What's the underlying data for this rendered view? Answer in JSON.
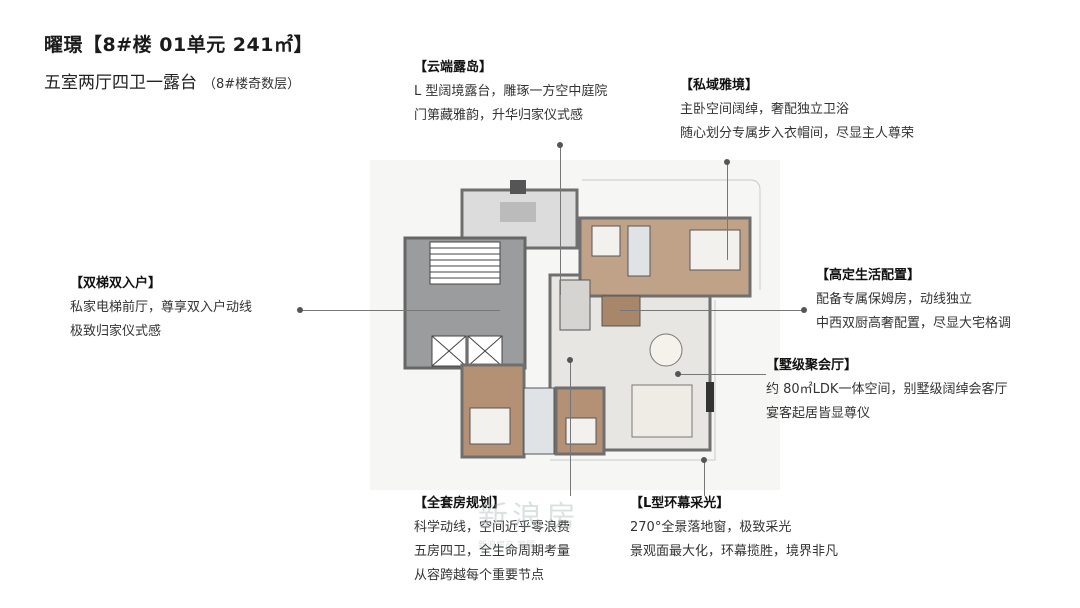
{
  "header": {
    "title": "曜璟【8#楼 01单元 241㎡】",
    "subtitle": "五室两厅四卫一露台",
    "subtitle_note": "（8#楼奇数层）"
  },
  "callouts": {
    "yunduan": {
      "heading": "【云端露岛】",
      "lines": [
        "L 型阔境露台，雕琢一方空中庭院",
        "门第藏雅韵，升华归家仪式感"
      ]
    },
    "siyu": {
      "heading": "【私域雅境】",
      "lines": [
        "主卧空间阔绰，奢配独立卫浴",
        "随心划分专属步入衣帽间，尽显主人尊荣"
      ]
    },
    "shuangti": {
      "heading": "【双梯双入户】",
      "lines": [
        "私家电梯前厅，尊享双入户动线",
        "极致归家仪式感"
      ]
    },
    "gaoding": {
      "heading": "【高定生活配置】",
      "lines": [
        "配备专属保姆房，动线独立",
        "中西双厨高奢配置，尽显大宅格调"
      ]
    },
    "shuji": {
      "heading": "【墅级聚会厅】",
      "lines": [
        "约 80㎡LDK一体空间，别墅级阔绰会客厅",
        "宴客起居皆显尊仪"
      ]
    },
    "quantao": {
      "heading": "【全套房规划】",
      "lines": [
        "科学动线，空间近乎零浪费",
        "五房四卫，全生命周期考量",
        "从容跨越每个重要节点"
      ]
    },
    "lxing": {
      "heading": "【L型环幕采光】",
      "lines": [
        "270°全景落地窗，极致采光",
        "景观面最大化，环幕揽胜，境界非凡"
      ]
    }
  },
  "watermark": {
    "main": "新浪房",
    "sub": "新浪房产 家居"
  },
  "colors": {
    "wall": "#6f6f6f",
    "wood": "#a8866a",
    "floor": "#e8e6e2",
    "core": "#9a9c9e"
  }
}
